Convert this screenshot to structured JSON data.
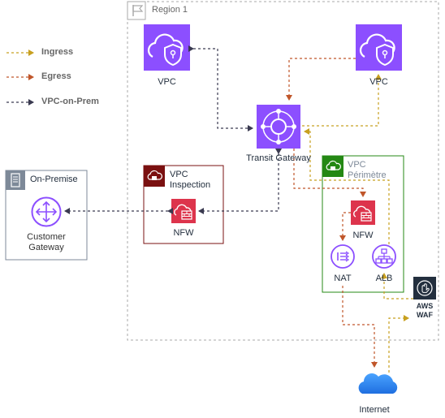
{
  "legend": {
    "ingress": "Ingress",
    "egress": "Egress",
    "vpc_on_prem": "VPC-on-Prem"
  },
  "colors": {
    "ingress": "#c8a020",
    "egress": "#c0562a",
    "vpc_on_prem": "#3a3a50",
    "vpc_icon": "#8c4fff",
    "firewall": "#dd344c",
    "perimeter_border": "#248814",
    "inspection_border": "#7a1010",
    "region_border": "#aaaaaa"
  },
  "region": {
    "label": "Region 1"
  },
  "vpc_left": {
    "label": "VPC"
  },
  "vpc_right": {
    "label": "VPC"
  },
  "transit_gateway": {
    "label": "Transit Gateway"
  },
  "inspection": {
    "line1": "VPC",
    "line2": "Inspection",
    "nfw_label": "NFW"
  },
  "perimeter": {
    "line1": "VPC",
    "line2": "Périmètre",
    "nfw_label": "NFW",
    "nat_label": "NAT",
    "alb_label": "ALB"
  },
  "on_premise": {
    "title": "On-Premise",
    "gateway_line1": "Customer",
    "gateway_line2": "Gateway"
  },
  "waf": {
    "line1": "AWS",
    "line2": "WAF"
  },
  "internet": {
    "label": "Internet"
  }
}
